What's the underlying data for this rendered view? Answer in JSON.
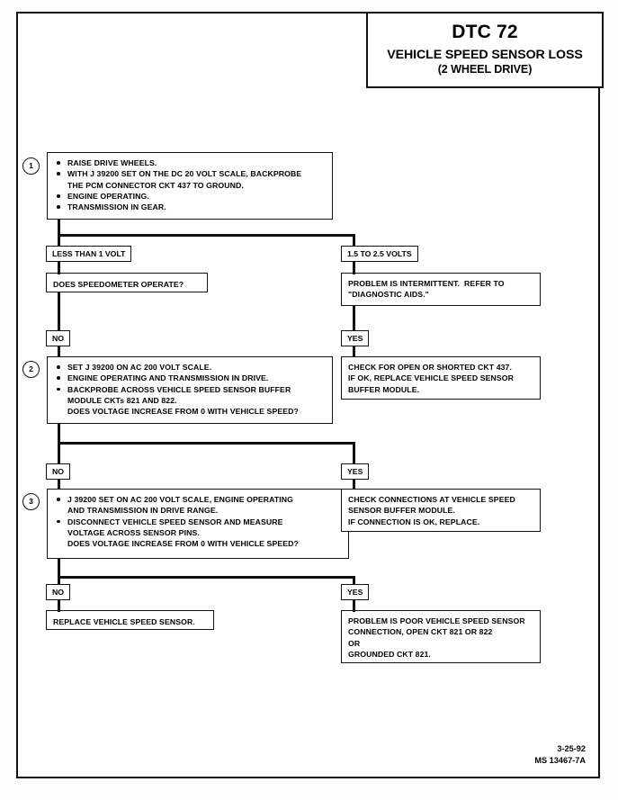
{
  "header": {
    "code": "DTC 72",
    "title": "VEHICLE SPEED SENSOR LOSS",
    "subtitle": "(2 WHEEL DRIVE)"
  },
  "steps": {
    "one": {
      "number": "1",
      "l1": "RAISE DRIVE WHEELS.",
      "l2": "WITH J 39200 SET ON THE DC 20 VOLT SCALE, BACKPROBE",
      "l3": "THE PCM CONNECTOR CKT 437 TO GROUND.",
      "l4": "ENGINE OPERATING.",
      "l5": "TRANSMISSION IN GEAR."
    },
    "two": {
      "number": "2",
      "l1": "SET J 39200 ON AC 200 VOLT SCALE.",
      "l2": "ENGINE OPERATING AND TRANSMISSION IN DRIVE.",
      "l3": "BACKPROBE ACROSS VEHICLE SPEED SENSOR BUFFER",
      "l4": "MODULE CKTs 821 AND 822.",
      "l5": "DOES VOLTAGE INCREASE FROM 0 WITH VEHICLE SPEED?"
    },
    "three": {
      "number": "3",
      "l1": "J 39200 SET ON AC 200 VOLT SCALE, ENGINE OPERATING",
      "l2": "AND TRANSMISSION IN DRIVE RANGE.",
      "l3": "DISCONNECT VEHICLE SPEED SENSOR AND MEASURE",
      "l4": "VOLTAGE ACROSS SENSOR PINS.",
      "l5": "DOES VOLTAGE INCREASE FROM 0 WITH VEHICLE SPEED?"
    }
  },
  "tags": {
    "less_than_1_volt": "LESS THAN 1 VOLT",
    "volts_1_5_to_2_5": "1.5 TO 2.5 VOLTS",
    "no_1": "NO",
    "yes_1": "YES",
    "no_2": "NO",
    "yes_2": "YES",
    "no_3": "NO",
    "yes_3": "YES"
  },
  "boxes": {
    "speedometer_question": "DOES SPEEDOMETER OPERATE?",
    "intermittent": {
      "l1": "PROBLEM IS INTERMITTENT.  REFER TO",
      "l2": "\"DIAGNOSTIC AIDS.\""
    },
    "check_open_shorted": {
      "l1": "CHECK FOR OPEN OR SHORTED CKT 437.",
      "l2": "IF OK, REPLACE VEHICLE SPEED SENSOR",
      "l3": "BUFFER MODULE."
    },
    "check_connections": {
      "l1": "CHECK CONNECTIONS AT VEHICLE SPEED",
      "l2": "SENSOR BUFFER MODULE.",
      "l3": "IF CONNECTION IS OK, REPLACE."
    },
    "replace_sensor": "REPLACE VEHICLE SPEED SENSOR.",
    "poor_connection": {
      "l1": "PROBLEM IS POOR VEHICLE SPEED SENSOR",
      "l2": "CONNECTION, OPEN CKT 821 OR 822",
      "l3": "OR",
      "l4": "GROUNDED CKT 821."
    }
  },
  "footer": {
    "date": "3-25-92",
    "doc_id": "MS 13467-7A"
  }
}
